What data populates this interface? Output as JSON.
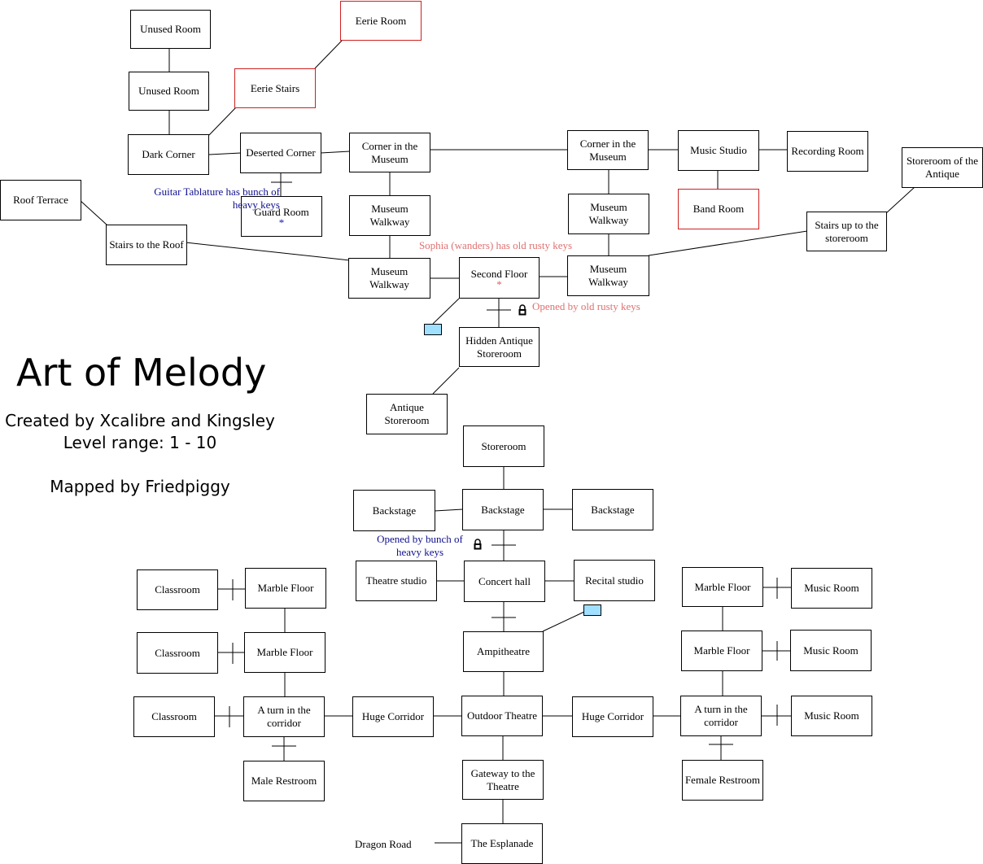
{
  "title": "Art of Melody",
  "credits": "Created by Xcalibre and Kingsley",
  "level_range": "Level range: 1 - 10",
  "mapper": "Mapped by Friedpiggy",
  "rooms": {
    "unused_room_1": {
      "label": "Unused Room"
    },
    "unused_room_2": {
      "label": "Unused Room"
    },
    "eerie_room": {
      "label": "Eerie Room"
    },
    "eerie_stairs": {
      "label": "Eerie Stairs"
    },
    "dark_corner": {
      "label": "Dark Corner"
    },
    "deserted_corner": {
      "label": "Deserted Corner"
    },
    "corner_museum_left": {
      "label": "Corner in the Museum"
    },
    "corner_museum_right": {
      "label": "Corner in the Museum"
    },
    "music_studio": {
      "label": "Music Studio"
    },
    "recording_room": {
      "label": "Recording Room"
    },
    "storeroom_antique": {
      "label": "Storeroom of the Antique"
    },
    "roof_terrace": {
      "label": "Roof Terrace"
    },
    "guard_room": {
      "label": "Guard Room",
      "marker": "*"
    },
    "museum_walkway_l1": {
      "label": "Museum Walkway"
    },
    "museum_walkway_r1": {
      "label": "Museum Walkway"
    },
    "band_room": {
      "label": "Band Room"
    },
    "stairs_up_storeroom": {
      "label": "Stairs up to the storeroom"
    },
    "stairs_roof": {
      "label": "Stairs to the Roof"
    },
    "museum_walkway_l2": {
      "label": "Museum Walkway"
    },
    "second_floor": {
      "label": "Second Floor",
      "marker": "*"
    },
    "museum_walkway_r2": {
      "label": "Museum Walkway"
    },
    "hidden_antique_storeroom": {
      "label": "Hidden Antique Storeroom"
    },
    "antique_storeroom": {
      "label": "Antique Storeroom"
    },
    "storeroom": {
      "label": "Storeroom"
    },
    "backstage_left": {
      "label": "Backstage"
    },
    "backstage_center": {
      "label": "Backstage"
    },
    "backstage_right": {
      "label": "Backstage"
    },
    "theatre_studio": {
      "label": "Theatre studio"
    },
    "concert_hall": {
      "label": "Concert hall"
    },
    "recital_studio": {
      "label": "Recital studio"
    },
    "classroom_1": {
      "label": "Classroom"
    },
    "marble_floor_l1": {
      "label": "Marble Floor"
    },
    "marble_floor_r1": {
      "label": "Marble Floor"
    },
    "music_room_1": {
      "label": "Music Room"
    },
    "classroom_2": {
      "label": "Classroom"
    },
    "marble_floor_l2": {
      "label": "Marble Floor"
    },
    "ampitheatre": {
      "label": "Ampitheatre"
    },
    "marble_floor_r2": {
      "label": "Marble Floor"
    },
    "music_room_2": {
      "label": "Music Room"
    },
    "classroom_3": {
      "label": "Classroom"
    },
    "turn_corridor_left": {
      "label": "A turn in the corridor"
    },
    "huge_corridor_left": {
      "label": "Huge Corridor"
    },
    "outdoor_theatre": {
      "label": "Outdoor Theatre"
    },
    "huge_corridor_right": {
      "label": "Huge Corridor"
    },
    "turn_corridor_right": {
      "label": "A turn in the corridor"
    },
    "music_room_3": {
      "label": "Music Room"
    },
    "male_restroom": {
      "label": "Male Restroom"
    },
    "gateway_theatre": {
      "label": "Gateway to the Theatre"
    },
    "female_restroom": {
      "label": "Female Restroom"
    },
    "the_esplanade": {
      "label": "The Esplanade"
    }
  },
  "notes": {
    "guitar_tablature": "Guitar Tablature has bunch of heavy keys",
    "sophia": "Sophia (wanders) has old rusty keys",
    "opened_rusty": "Opened by old rusty keys",
    "opened_heavy": "Opened by bunch of heavy keys",
    "dragon_road": "Dragon Road"
  },
  "colors": {
    "red_room_border": "#d02020",
    "pink_note": "#e07070",
    "blue_note": "#101090",
    "exit_box": "#9fe0ff"
  }
}
